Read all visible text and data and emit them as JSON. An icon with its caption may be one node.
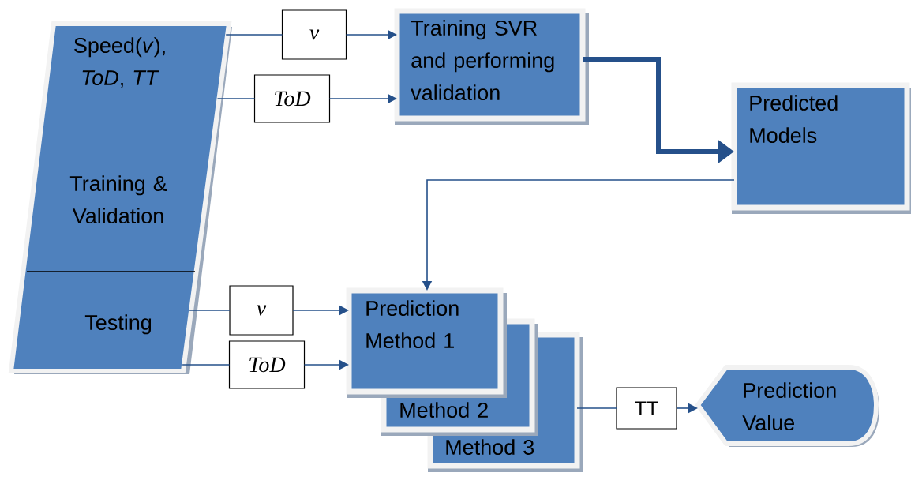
{
  "diagram": {
    "nodes": [
      {
        "text": [
          "Speed(*v*), *ToD*, *TT*",
          "Training & Validation",
          "Testing"
        ]
      },
      {
        "text": [
          "v"
        ]
      },
      {
        "text": [
          "ToD"
        ]
      },
      {
        "text": [
          "Training SVR and performing validation"
        ]
      },
      {
        "text": [
          "Predicted Models"
        ]
      },
      {
        "text": [
          "v"
        ]
      },
      {
        "text": [
          "ToD"
        ]
      },
      {
        "text": [
          "Prediction Method 1"
        ]
      },
      {
        "text": [
          "Method 2"
        ]
      },
      {
        "text": [
          "Method 3"
        ]
      },
      {
        "text": [
          "TT"
        ]
      },
      {
        "text": [
          "Prediction Value"
        ]
      }
    ],
    "edges": [
      {
        "from": 0,
        "to": 1,
        "arrow": "none"
      },
      {
        "from": 1,
        "to": 3,
        "arrow": "to"
      },
      {
        "from": 0,
        "to": 2,
        "arrow": "none"
      },
      {
        "from": 2,
        "to": 3,
        "arrow": "to"
      },
      {
        "from": 3,
        "to": 4,
        "arrow": "to",
        "style": "thick"
      },
      {
        "from": 4,
        "to": 7,
        "arrow": "to"
      },
      {
        "from": 0,
        "to": 5,
        "arrow": "none"
      },
      {
        "from": 5,
        "to": 7,
        "arrow": "to"
      },
      {
        "from": 0,
        "to": 6,
        "arrow": "none"
      },
      {
        "from": 6,
        "to": 7,
        "arrow": "to"
      },
      {
        "from": 9,
        "to": 10,
        "arrow": "none"
      },
      {
        "from": 10,
        "to": 11,
        "arrow": "to"
      }
    ]
  }
}
